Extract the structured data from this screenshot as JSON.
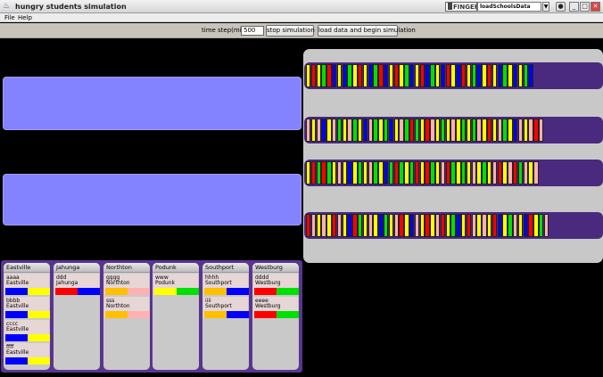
{
  "window": {
    "title": "hungry students simulation",
    "brand": "FINGER",
    "search_value": "loadSchoolsData"
  },
  "menu": [
    "File",
    "Help"
  ],
  "toolbar": {
    "time_step_label": "time step(millis)",
    "time_step_value": "500",
    "stop_label": "stop simulation",
    "load_label": "load data and begin simulation"
  },
  "colors": {
    "red": "#ff0000",
    "yellow": "#ffff00",
    "blue": "#0000ff",
    "green": "#00e000",
    "pink": "#ffb0b0",
    "orange": "#ffc000"
  },
  "queues": [
    [
      "yellow",
      "red",
      "yellow",
      "green",
      "red",
      "blue",
      "yellow",
      "blue",
      "green",
      "yellow",
      "red",
      "yellow",
      "blue",
      "green",
      "red",
      "blue",
      "yellow",
      "red",
      "yellow",
      "green",
      "blue",
      "yellow",
      "red",
      "blue",
      "green",
      "yellow",
      "blue",
      "red",
      "yellow",
      "blue",
      "red",
      "yellow",
      "green",
      "blue",
      "yellow",
      "red",
      "yellow",
      "blue",
      "green",
      "yellow",
      "blue",
      "yellow",
      "green",
      "blue"
    ],
    [
      "pink",
      "yellow",
      "pink",
      "blue",
      "yellow",
      "pink",
      "green",
      "yellow",
      "pink",
      "green",
      "yellow",
      "blue",
      "pink",
      "green",
      "yellow",
      "green",
      "blue",
      "yellow",
      "pink",
      "green",
      "red",
      "green",
      "yellow",
      "red",
      "pink",
      "yellow",
      "green",
      "yellow",
      "pink",
      "yellow",
      "green",
      "yellow",
      "green",
      "pink",
      "yellow",
      "red",
      "yellow",
      "pink",
      "green",
      "yellow",
      "blue",
      "pink",
      "yellow",
      "pink",
      "red",
      "pink"
    ],
    [
      "yellow",
      "red",
      "green",
      "red",
      "green",
      "yellow",
      "pink",
      "yellow",
      "blue",
      "yellow",
      "green",
      "yellow",
      "pink",
      "green",
      "yellow",
      "blue",
      "green",
      "red",
      "green",
      "yellow",
      "green",
      "red",
      "yellow",
      "red",
      "green",
      "yellow",
      "pink",
      "red",
      "green",
      "yellow",
      "green",
      "yellow",
      "pink",
      "yellow",
      "green",
      "yellow",
      "pink",
      "red",
      "yellow",
      "pink",
      "red",
      "green",
      "pink",
      "yellow",
      "pink"
    ],
    [
      "red",
      "pink",
      "yellow",
      "pink",
      "yellow",
      "red",
      "pink",
      "yellow",
      "blue",
      "red",
      "green",
      "yellow",
      "pink",
      "yellow",
      "blue",
      "green",
      "yellow",
      "pink",
      "red",
      "yellow",
      "blue",
      "pink",
      "yellow",
      "red",
      "yellow",
      "pink",
      "red",
      "yellow",
      "green",
      "blue",
      "yellow",
      "red",
      "pink",
      "yellow",
      "pink",
      "yellow",
      "red",
      "blue",
      "yellow",
      "green",
      "pink",
      "yellow",
      "blue",
      "red",
      "yellow",
      "green",
      "pink"
    ]
  ],
  "schools": [
    {
      "name": "Eastville",
      "students": [
        {
          "name": "aaaa",
          "school": "Eastville",
          "bar": [
            "blue",
            "yellow"
          ]
        },
        {
          "name": "bbbb",
          "school": "Eastville",
          "bar": [
            "blue",
            "yellow"
          ]
        },
        {
          "name": "cccc",
          "school": "Eastville",
          "bar": [
            "blue",
            "yellow"
          ]
        },
        {
          "name": "ffff",
          "school": "Eastville",
          "bar": [
            "blue",
            "yellow"
          ]
        }
      ]
    },
    {
      "name": "Jahunga",
      "students": [
        {
          "name": "ddd",
          "school": "Jahunga",
          "bar": [
            "red",
            "blue"
          ]
        }
      ]
    },
    {
      "name": "Northton",
      "students": [
        {
          "name": "gggg",
          "school": "Northton",
          "bar": [
            "orange",
            "pink"
          ]
        },
        {
          "name": "sss",
          "school": "Northton",
          "bar": [
            "orange",
            "pink"
          ]
        }
      ]
    },
    {
      "name": "Podunk",
      "students": [
        {
          "name": "www",
          "school": "Podunk",
          "bar": [
            "yellow",
            "green"
          ]
        }
      ]
    },
    {
      "name": "Southport",
      "students": [
        {
          "name": "hhhh",
          "school": "Southport",
          "bar": [
            "orange",
            "blue"
          ]
        },
        {
          "name": "iiii",
          "school": "Southport",
          "bar": [
            "orange",
            "blue"
          ]
        }
      ]
    },
    {
      "name": "Westburg",
      "students": [
        {
          "name": "dddd",
          "school": "Westburg",
          "bar": [
            "red",
            "green"
          ]
        },
        {
          "name": "eeee",
          "school": "Westburg",
          "bar": [
            "red",
            "green"
          ]
        }
      ]
    }
  ]
}
